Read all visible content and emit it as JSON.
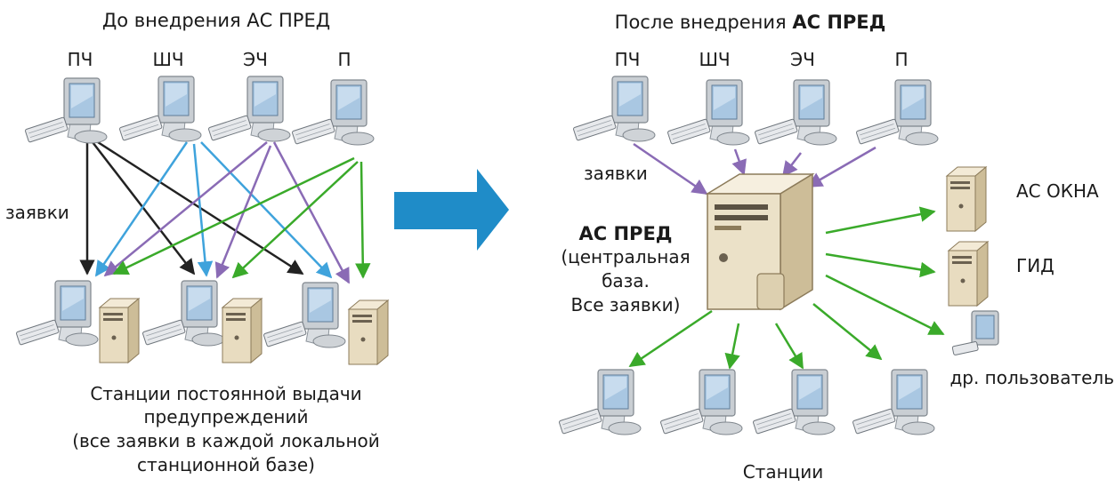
{
  "left": {
    "title": "До внедрения АС ПРЕД",
    "top_labels": [
      "ПЧ",
      "ШЧ",
      "ЭЧ",
      "П"
    ],
    "requests_label": "заявки",
    "caption_lines": [
      "Станции постоянной выдачи",
      "предупреждений",
      "(все заявки в каждой локальной",
      "станционной базе)"
    ]
  },
  "right": {
    "title_prefix": "После внедрения ",
    "title_bold": "АС ПРЕД",
    "top_labels": [
      "ПЧ",
      "ШЧ",
      "ЭЧ",
      "П"
    ],
    "requests_label": "заявки",
    "server_title": "АС ПРЕД",
    "server_desc_lines": [
      "(центральная",
      "база.",
      "Все заявки)"
    ],
    "side_systems": [
      "АС ОКНА",
      "ГИД",
      "др. пользователь"
    ],
    "bottom_label": "Станции"
  },
  "colors": {
    "arrow_blue": "#1f8cc8",
    "line_black": "#222222",
    "line_blue": "#3fa3dc",
    "line_purple": "#8a6bb5",
    "line_green": "#3aaa2a",
    "monitor_frame": "#c9ced3",
    "screen": "#a9c7e2",
    "tower": "#e8dcc0"
  }
}
